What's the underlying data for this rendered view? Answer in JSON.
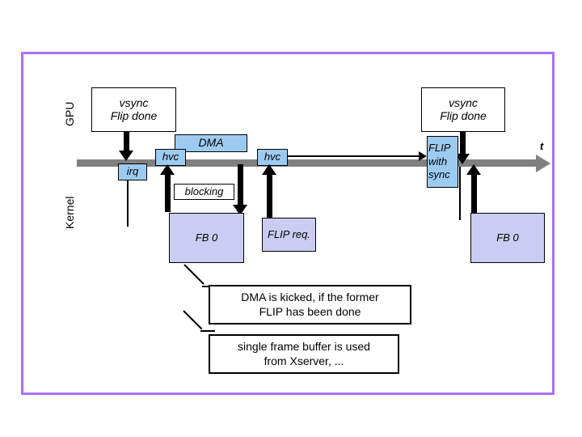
{
  "slide": {
    "border_color": "#a970f5",
    "background": "#ffffff"
  },
  "palette": {
    "timeline_gray": "#808080",
    "blue_box": "#9dcbf0",
    "lavender_box": "#ccccf2",
    "white_box": "#ffffff",
    "line_black": "#000000",
    "border_purple": "#a970f5"
  },
  "lanes": {
    "top_label": "GPU",
    "bottom_label": "Kernel"
  },
  "timeline": {
    "axis_label": "t"
  },
  "gpu_events": [
    {
      "id": "vsync-left",
      "line1": "vsync",
      "line2": "Flip done"
    },
    {
      "id": "vsync-right",
      "line1": "vsync",
      "line2": "Flip done"
    }
  ],
  "blocks": {
    "irq": "irq",
    "hvc_first": "hvc",
    "hvc_second": "hvc",
    "dma": "DMA",
    "blocking": "blocking",
    "flip_with_sync_line1": "FLIP",
    "flip_with_sync_line2": "with",
    "flip_with_sync_line3": "sync",
    "flip_req": "FLIP req.",
    "fb_left": "FB 0",
    "fb_right": "FB 0"
  },
  "notes": [
    {
      "id": "note-dma",
      "line1": "DMA is kicked, if the former",
      "line2": "FLIP has been done"
    },
    {
      "id": "note-fb",
      "line1": "single frame buffer is used",
      "line2": "from Xserver, ..."
    }
  ]
}
